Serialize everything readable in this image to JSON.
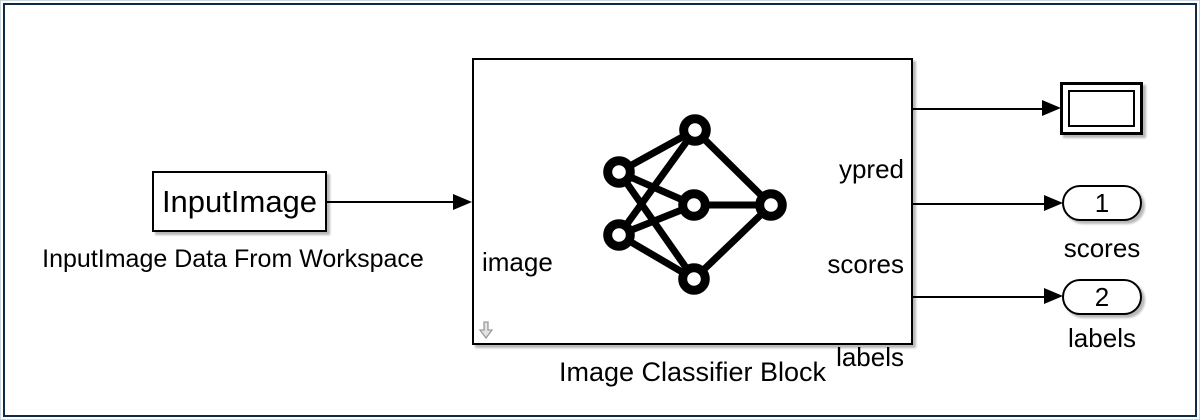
{
  "window": {
    "frame_color": "#0e2a44",
    "canvas_color": "#ffffff",
    "line_color": "#000000"
  },
  "diagram": {
    "source_block": {
      "label": "InputImage",
      "caption": "InputImage Data From Workspace"
    },
    "classifier_block": {
      "title": "Image Classifier Block",
      "input_ports": [
        {
          "label": "image"
        }
      ],
      "output_ports": [
        {
          "label": "ypred"
        },
        {
          "label": "scores"
        },
        {
          "label": "labels"
        }
      ],
      "icon": "neural-network-icon",
      "badge_icon": "down-arrow-badge"
    },
    "display_sink": {
      "value": ""
    },
    "outports": [
      {
        "number": "1",
        "caption": "scores"
      },
      {
        "number": "2",
        "caption": "labels"
      }
    ]
  }
}
